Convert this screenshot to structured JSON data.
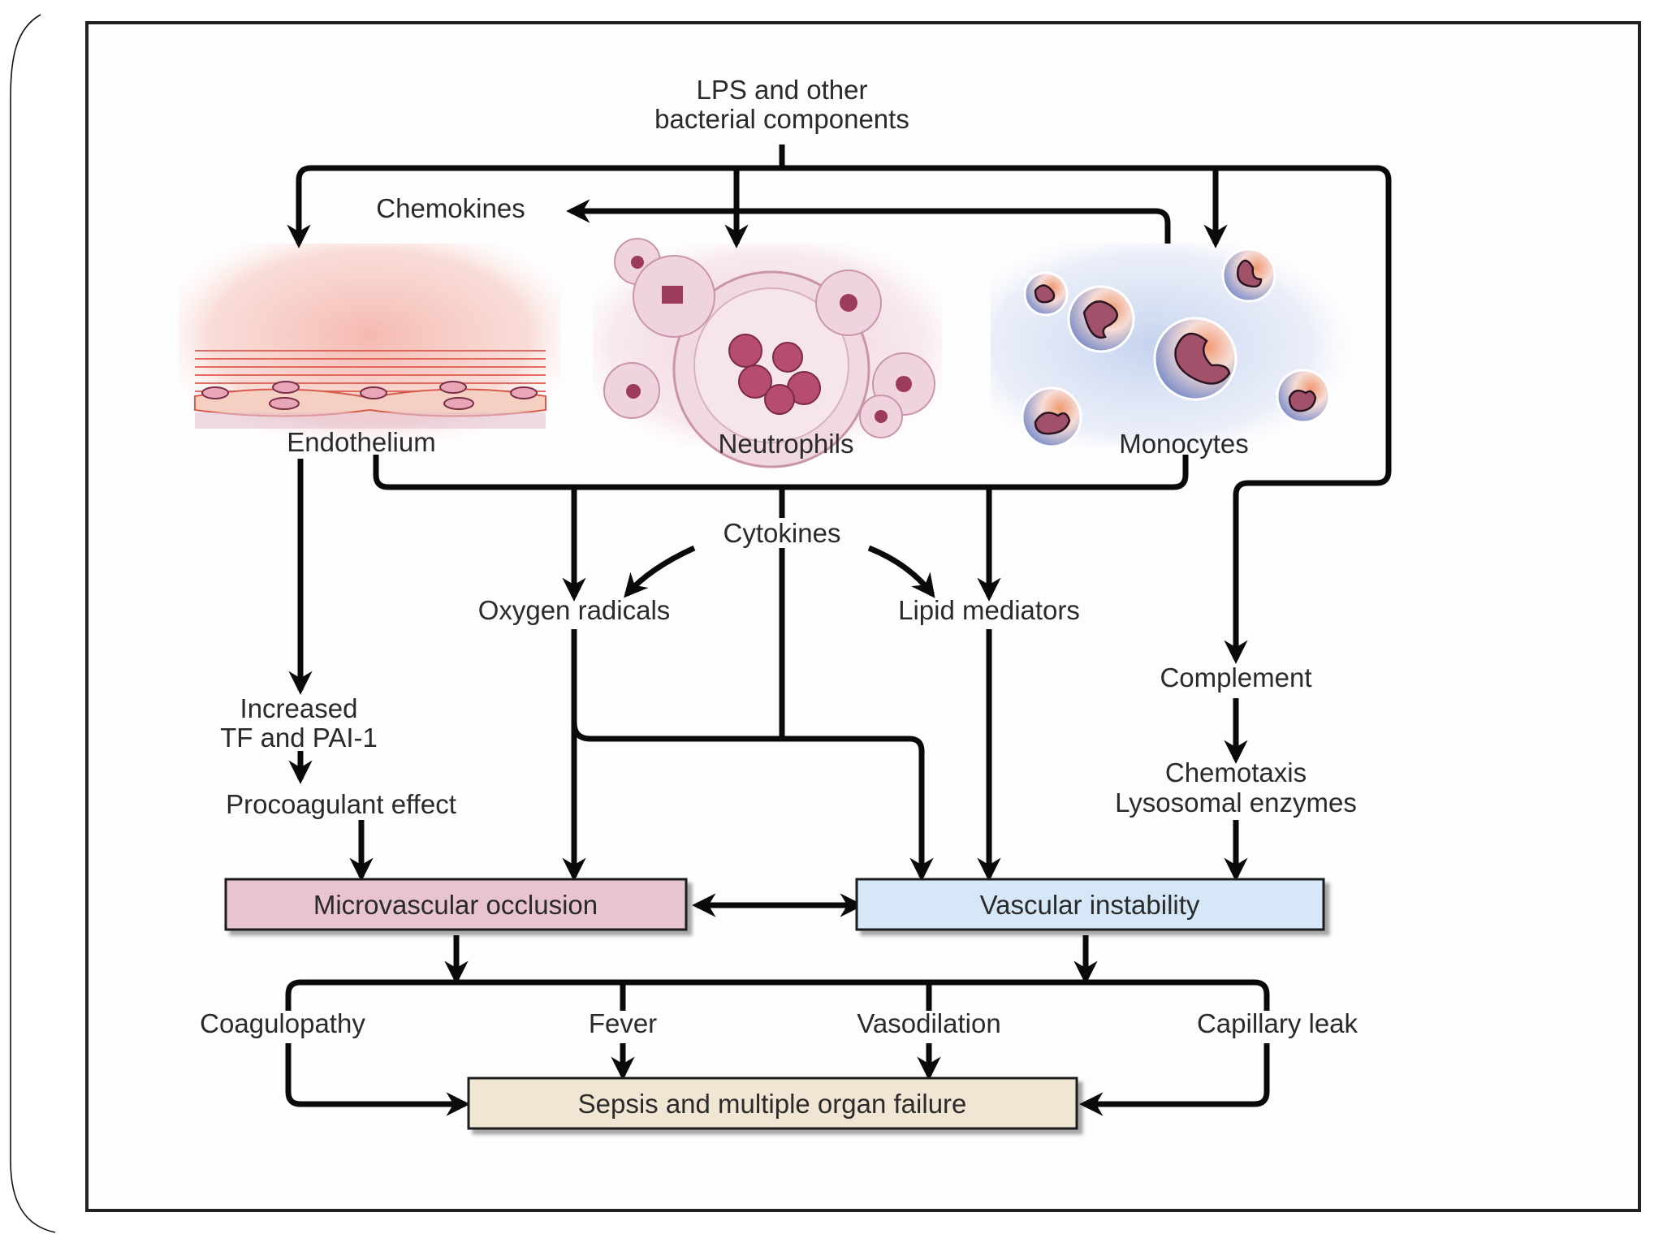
{
  "diagram": {
    "title_source": {
      "line1": "LPS and other",
      "line2": "bacterial components"
    },
    "chemokines": "Chemokines",
    "cells": {
      "endothelium": "Endothelium",
      "neutrophils": "Neutrophils",
      "monocytes": "Monocytes"
    },
    "mediators": {
      "cytokines": "Cytokines",
      "oxygen_radicals": "Oxygen radicals",
      "lipid_mediators": "Lipid mediators",
      "complement": "Complement",
      "chemotaxis": "Chemotaxis",
      "lysosomal_enzymes": "Lysosomal enzymes",
      "increased": "Increased",
      "tf_pai": "TF and PAI-1",
      "procoagulant": "Procoagulant effect"
    },
    "boxes": {
      "microvascular": {
        "label": "Microvascular occlusion",
        "fill": "#e8c4cf"
      },
      "vascular": {
        "label": "Vascular instability",
        "fill": "#d6e8f7"
      },
      "sepsis": {
        "label": "Sepsis and multiple organ failure",
        "fill": "#f1e6d4"
      }
    },
    "outcomes": {
      "coagulopathy": "Coagulopathy",
      "fever": "Fever",
      "vasodilation": "Vasodilation",
      "capillary_leak": "Capillary leak"
    }
  },
  "colors": {
    "line": "#0a0a0a",
    "endothelium_tint": "#f3b7ae",
    "neutrophil_tint": "#e7c3d2",
    "monocyte_tint": "#c9d6ef",
    "nucleus": "#8a3a55"
  }
}
